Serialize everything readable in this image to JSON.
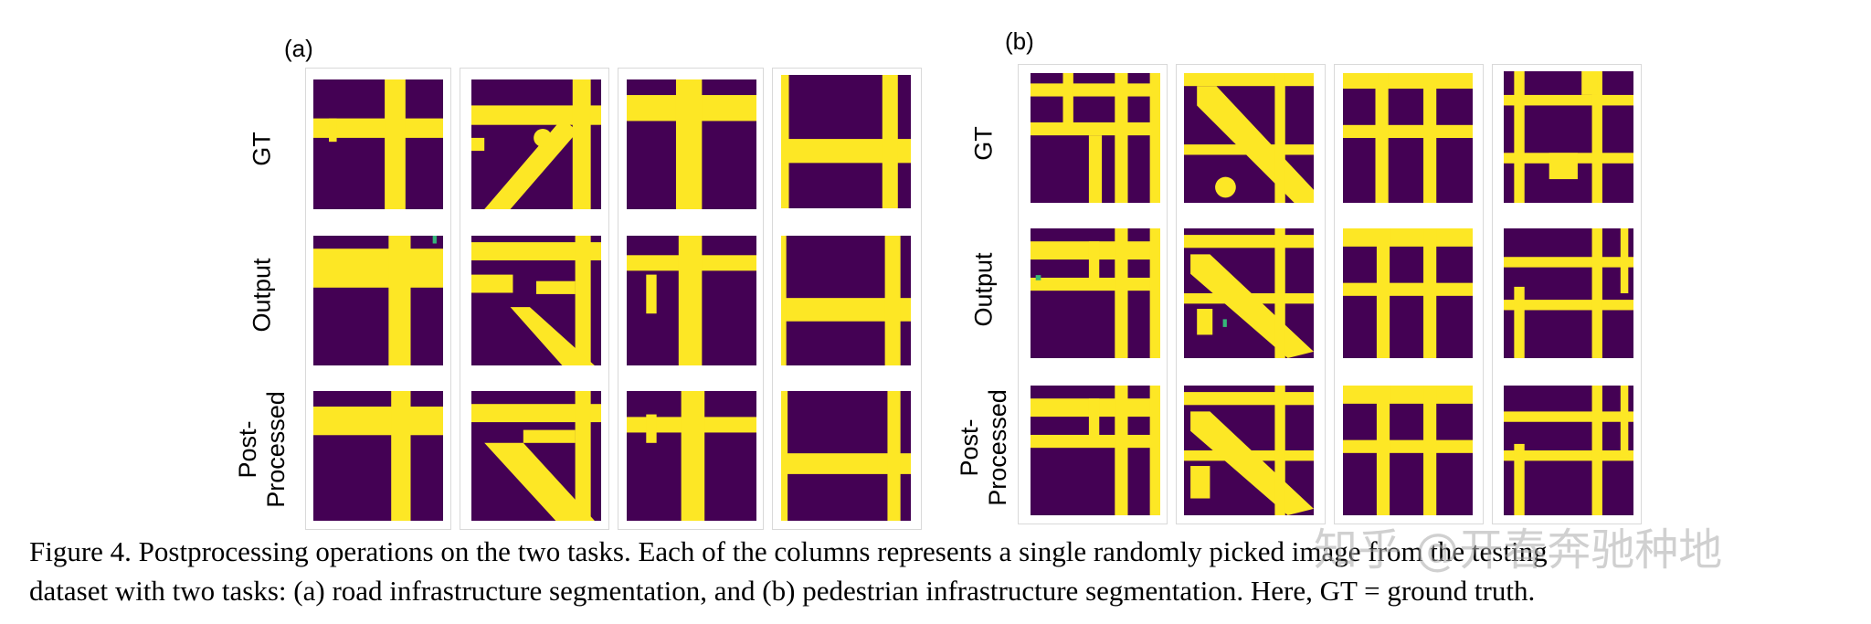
{
  "panels": [
    {
      "label": "(a)"
    },
    {
      "label": "(b)"
    }
  ],
  "row_labels": [
    "GT",
    "Output",
    "Post-\nProcessed"
  ],
  "caption": {
    "line1": "Figure 4. Postprocessing operations on the two tasks. Each of the columns represents a single randomly picked image from the testing",
    "line2": "dataset with two tasks: (a) road infrastructure segmentation, and (b) pedestrian infrastructure segmentation. Here, GT = ground truth."
  },
  "watermark": "知乎 @开春奔驰种地",
  "colors": {
    "background_class": "#440154",
    "foreground_class": "#fde725",
    "noise": "#35b779"
  },
  "icons": []
}
